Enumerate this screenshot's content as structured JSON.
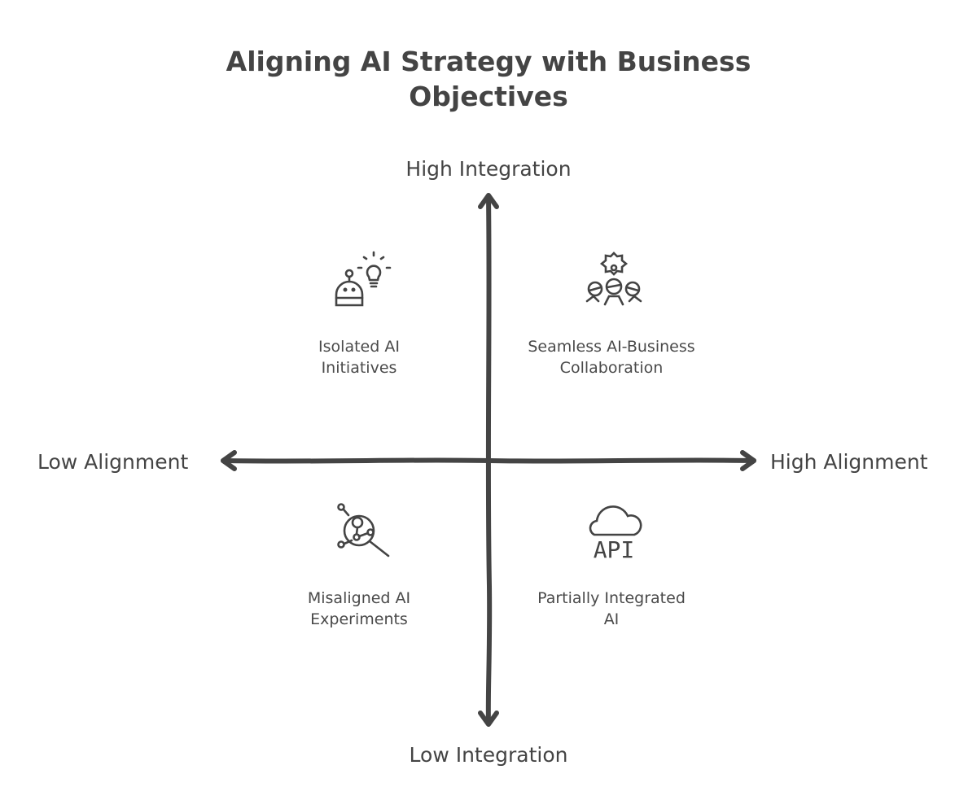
{
  "title": {
    "line1": "Aligning AI Strategy with Business",
    "line2": "Objectives"
  },
  "axes": {
    "top": "High Integration",
    "bottom": "Low Integration",
    "left": "Low Alignment",
    "right": "High Alignment"
  },
  "quadrants": {
    "top_left": {
      "line1": "Isolated AI",
      "line2": "Initiatives",
      "icon": "robot-lightbulb-icon"
    },
    "top_right": {
      "line1": "Seamless AI-Business",
      "line2": "Collaboration",
      "icon": "team-gear-icon"
    },
    "bottom_left": {
      "line1": "Misaligned AI",
      "line2": "Experiments",
      "icon": "magnifier-network-icon"
    },
    "bottom_right": {
      "line1": "Partially Integrated",
      "line2": "AI",
      "icon": "cloud-api-icon",
      "icon_text": "API"
    }
  },
  "colors": {
    "ink": "#444444",
    "background": "#ffffff"
  }
}
